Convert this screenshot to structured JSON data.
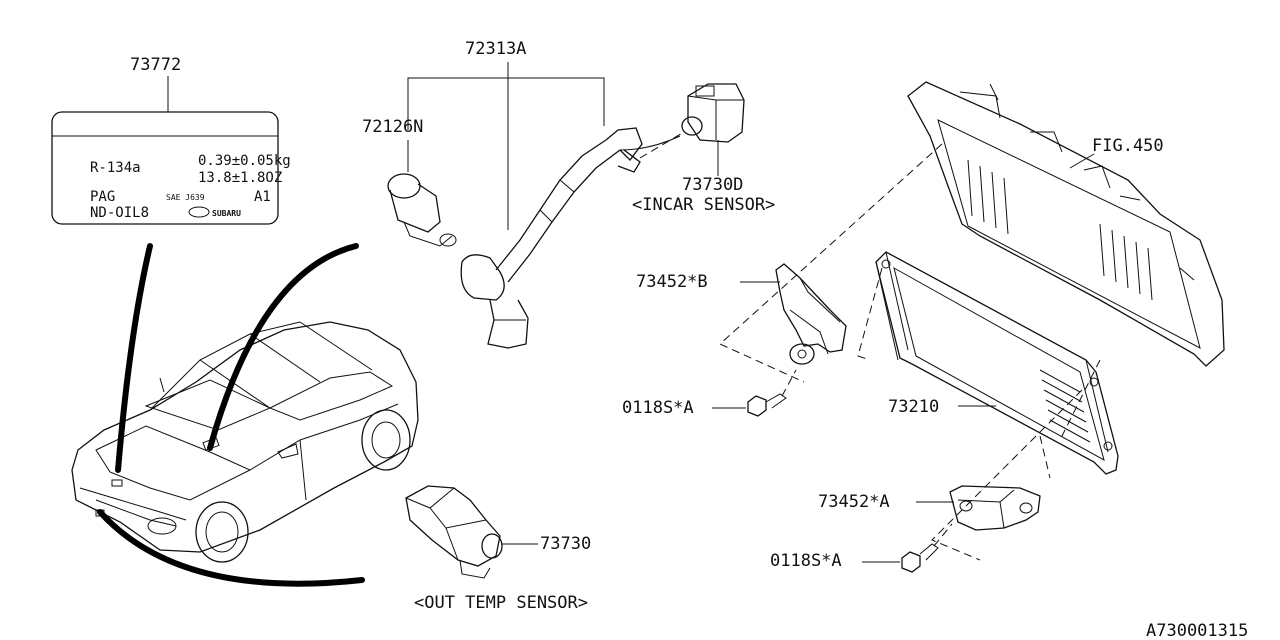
{
  "labels": {
    "p73772": "73772",
    "p72313a": "72313A",
    "p72126n": "72126N",
    "p73730d": "73730D",
    "incar": "<INCAR SENSOR>",
    "fig450": "FIG.450",
    "p73452b": "73452*B",
    "p0118s_a1": "0118S*A",
    "p73210": "73210",
    "p73452a": "73452*A",
    "p0118s_a2": "0118S*A",
    "p73730": "73730",
    "outtemp": "<OUT TEMP SENSOR>",
    "diagram_id": "A730001315"
  },
  "label_card": {
    "refrigerant": "R-134a",
    "charge_kg": "0.39±0.05kg",
    "charge_oz": "13.8±1.8OZ",
    "oil_type": "PAG",
    "standard": "SAE J639",
    "class": "A1",
    "oil_name": "ND-OIL8",
    "brand": "SUBARU"
  }
}
